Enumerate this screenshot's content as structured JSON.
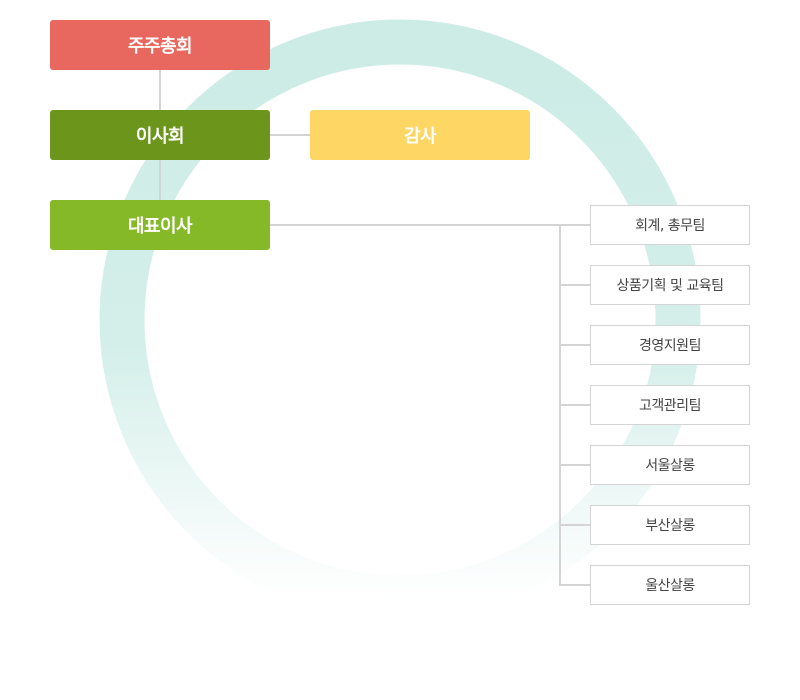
{
  "org": {
    "shareholders": "주주총회",
    "board": "이사회",
    "auditor": "감사",
    "ceo": "대표이사"
  },
  "teams": [
    "회계, 총무팀",
    "상품기획 및 교육팀",
    "경영지원팀",
    "고객관리팀",
    "서울살롱",
    "부산살롱",
    "울산살롱"
  ],
  "colors": {
    "shareholders": "#e8675f",
    "board": "#6b961b",
    "auditor": "#fdd663",
    "ceo": "#86b928",
    "ring": "#cdece6",
    "line": "#d4d4d4"
  }
}
